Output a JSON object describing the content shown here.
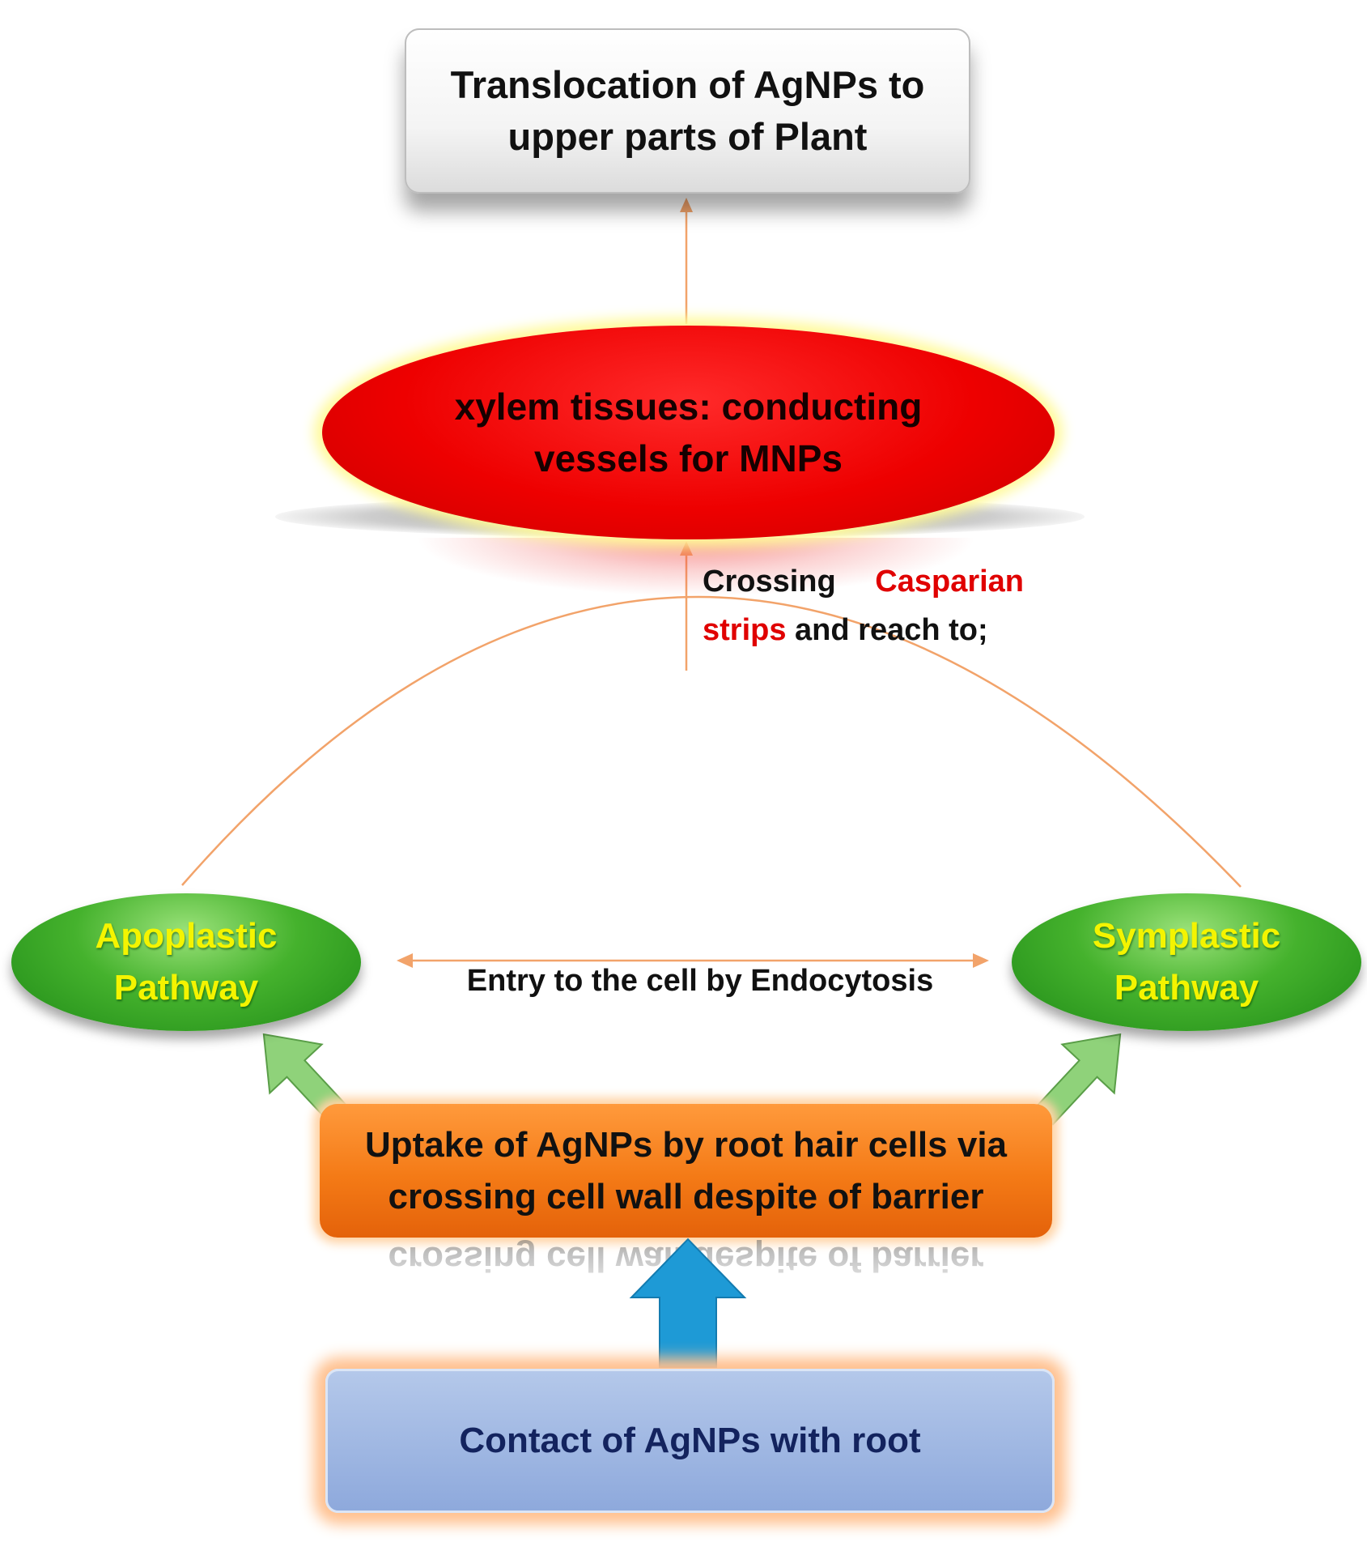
{
  "nodes": {
    "translocation": "Translocation of AgNPs to\nupper parts of Plant",
    "xylem": "xylem tissues: conducting\nvessels for MNPs",
    "apoplastic": "Apoplastic\nPathway",
    "symplastic": "Symplastic\nPathway",
    "uptake": "Uptake of AgNPs by root hair cells via\ncrossing cell wall despite of barrier",
    "uptake_reflection": "crossing cell wall despite of barrier",
    "contact": "Contact of AgNPs with root"
  },
  "edge_labels": {
    "crossing_prefix": "Crossing",
    "casparian": "Casparian",
    "strips": "strips",
    "reach_suffix": "and reach to;",
    "endocytosis": "Entry to the cell by Endocytosis"
  },
  "colors": {
    "connector": "#f2a36a",
    "arrow_green": "#8fd27a",
    "arrow_blue": "#1e9ad6",
    "highlight_red": "#e00000"
  }
}
